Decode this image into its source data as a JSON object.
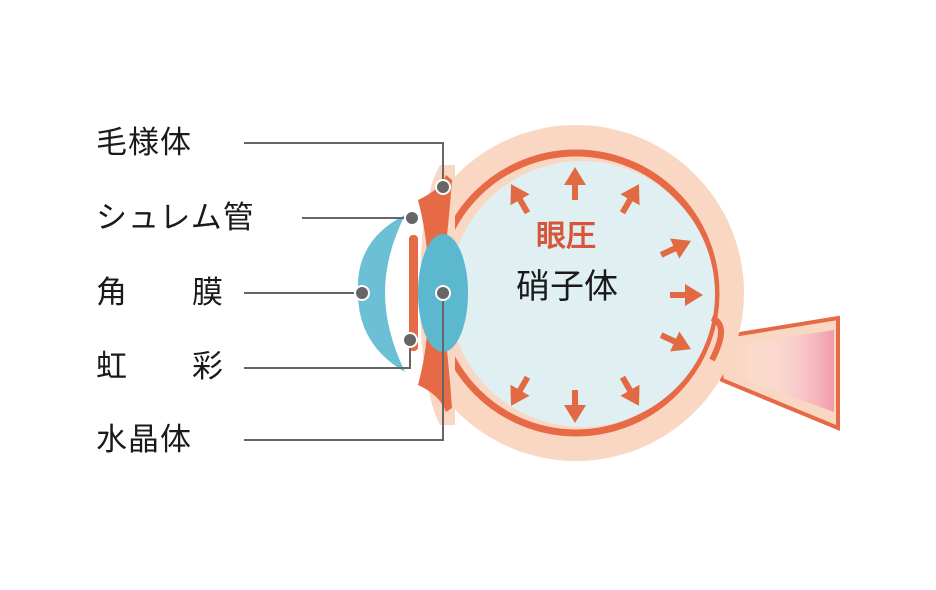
{
  "labels": {
    "ciliary_body": "毛様体",
    "schlemm_canal": "シュレム管",
    "cornea_a": "角",
    "cornea_b": "膜",
    "iris_a": "虹",
    "iris_b": "彩",
    "lens": "水晶体"
  },
  "center": {
    "pressure": "眼圧",
    "vitreous": "硝子体"
  },
  "colors": {
    "sclera_outer": "#f9d7c3",
    "sclera_stroke": "#e66a45",
    "vitreous_fill": "#dfeff2",
    "lens_fill": "#5bb8cf",
    "cornea_fill": "#6cc0d6",
    "arrow": "#e26a42",
    "leader": "#555555",
    "nerve_pink": "#f2a5b4"
  }
}
